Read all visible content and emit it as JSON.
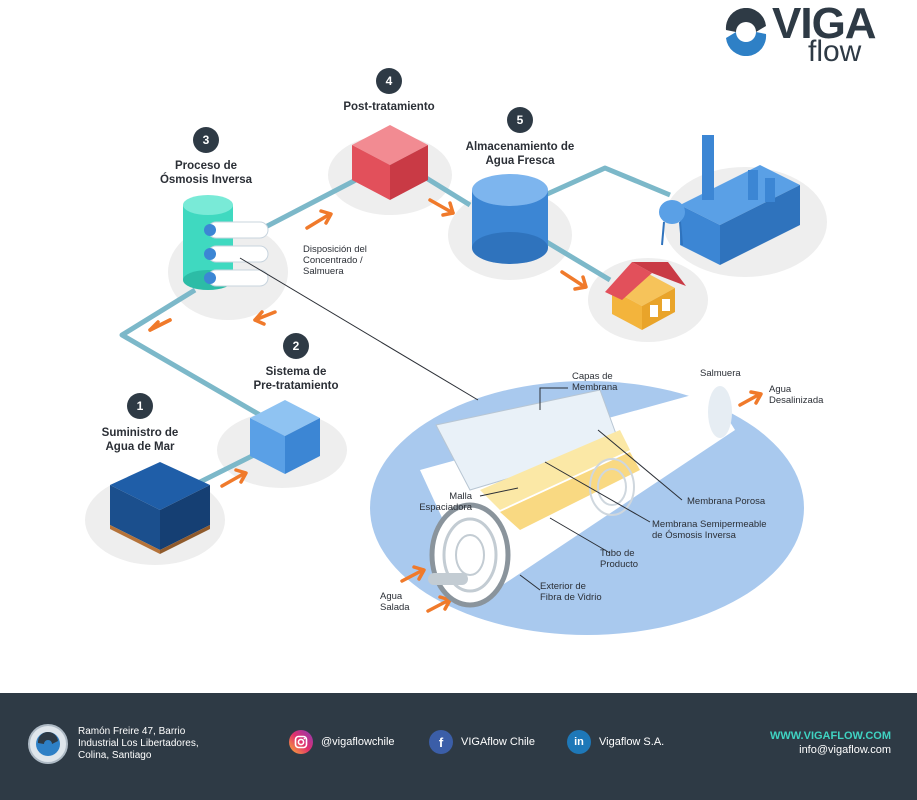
{
  "brand": {
    "logo_name_top": "VIGA",
    "logo_name_bottom": "flow",
    "colors": {
      "dark": "#2e3a45",
      "accent_teal": "#3fd3c2",
      "arrow_orange": "#f07a2b",
      "pipe": "#7cb8c9"
    }
  },
  "steps": [
    {
      "number": "1",
      "label_line1": "Suministro de",
      "label_line2": "Agua de Mar"
    },
    {
      "number": "2",
      "label_line1": "Sistema de",
      "label_line2": "Pre-tratamiento"
    },
    {
      "number": "3",
      "label_line1": "Proceso de",
      "label_line2": "Ósmosis Inversa"
    },
    {
      "number": "4",
      "label_line1": "Post-tratamiento",
      "label_line2": ""
    },
    {
      "number": "5",
      "label_line1": "Almacenamiento de",
      "label_line2": "Agua Fresca"
    }
  ],
  "concentrate_label": {
    "line1": "Disposición del",
    "line2": "Concentrado /",
    "line3": "Salmuera"
  },
  "membrane_labels": {
    "layers": {
      "line1": "Capas de",
      "line2": "Membrana"
    },
    "brine": "Salmuera",
    "desal": {
      "line1": "Agua",
      "line2": "Desalinizada"
    },
    "porous": "Membrana Porosa",
    "semi": {
      "line1": "Membrana Semipermeable",
      "line2": "de Ósmosis Inversa"
    },
    "spacer": {
      "line1": "Malla",
      "line2": "Espaciadora"
    },
    "tube": {
      "line1": "Tubo de",
      "line2": "Producto"
    },
    "exterior": {
      "line1": "Exterior de",
      "line2": "Fibra de Vidrio"
    },
    "salt": {
      "line1": "Agua",
      "line2": "Salada"
    }
  },
  "footer": {
    "address_line1": "Ramón Freire 47, Barrio",
    "address_line2": "Industrial Los Libertadores,",
    "address_line3": "Colina, Santiago",
    "instagram": "@vigaflowchile",
    "facebook": "VIGAflow Chile",
    "linkedin": "Vigaflow S.A.",
    "website": "WWW.VIGAFLOW.COM",
    "email": "info@vigaflow.com",
    "icons": [
      "instagram-icon",
      "facebook-icon",
      "linkedin-icon"
    ]
  }
}
